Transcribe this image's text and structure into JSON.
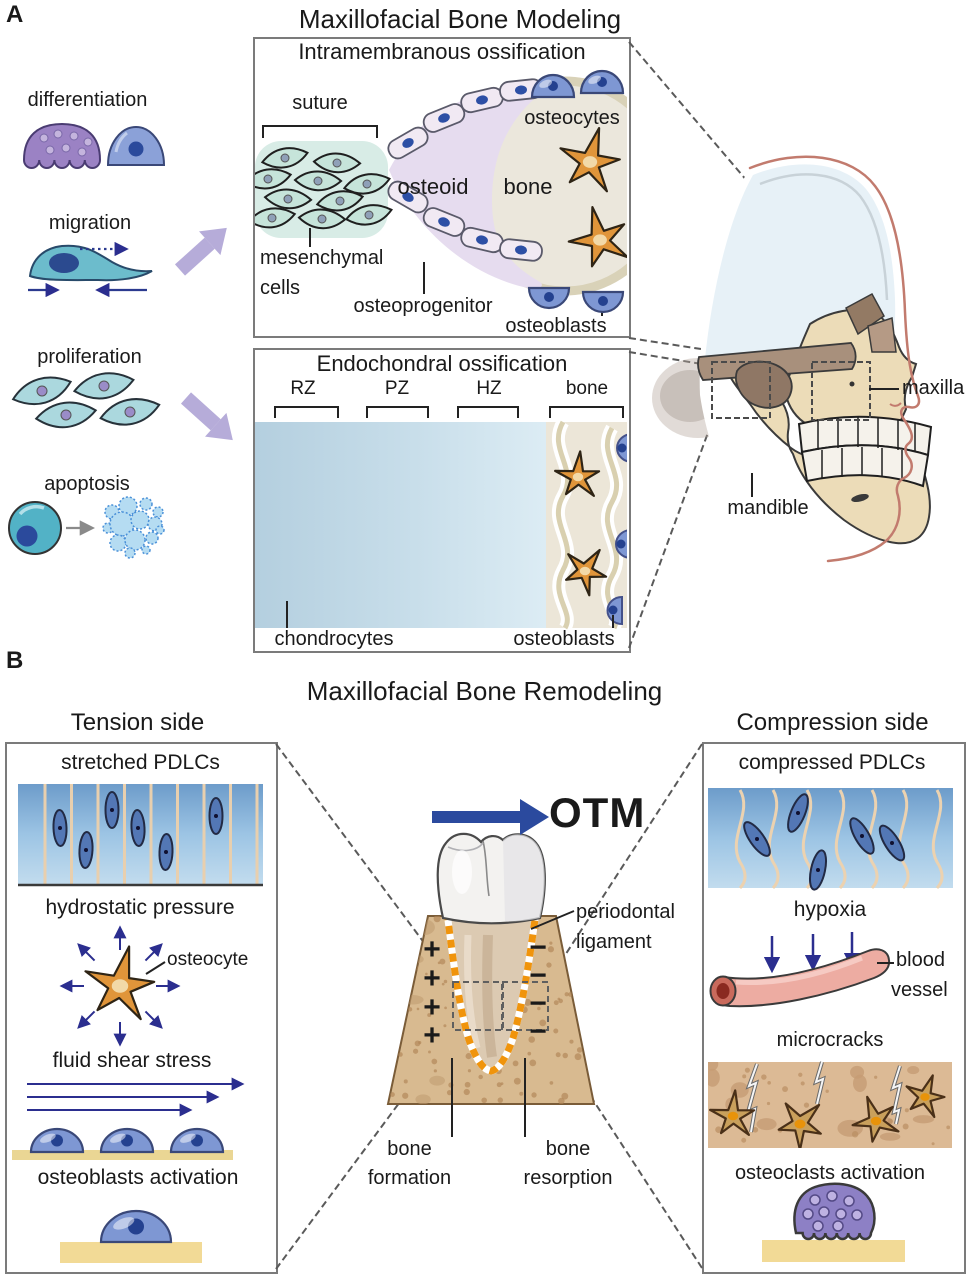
{
  "panel_a": {
    "label": "A",
    "title": "Maxillofacial Bone Modeling",
    "processes": {
      "differentiation": "differentiation",
      "migration": "migration",
      "proliferation": "proliferation",
      "apoptosis": "apoptosis"
    },
    "intramembranous": {
      "title": "Intramembranous ossification",
      "suture": "suture",
      "mesenchymal_line1": "mesenchymal",
      "mesenchymal_line2": "cells",
      "osteoid": "osteoid",
      "bone": "bone",
      "osteocytes": "osteocytes",
      "osteoprogenitor": "osteoprogenitor",
      "osteoblasts": "osteoblasts"
    },
    "endochondral": {
      "title": "Endochondral ossification",
      "zone_rz": "RZ",
      "zone_pz": "PZ",
      "zone_hz": "HZ",
      "zone_bone": "bone",
      "chondrocytes": "chondrocytes",
      "osteoblasts": "osteoblasts"
    },
    "skull": {
      "maxilla": "maxilla",
      "mandible": "mandible"
    }
  },
  "panel_b": {
    "label": "B",
    "title": "Maxillofacial Bone Remodeling",
    "tension": {
      "heading": "Tension side",
      "stretched_pdlcs": "stretched PDLCs",
      "hydrostatic_pressure": "hydrostatic pressure",
      "osteocyte": "osteocyte",
      "fluid_shear_stress": "fluid shear stress",
      "osteoblasts_activation": "osteoblasts activation"
    },
    "center": {
      "otm": "OTM",
      "periodontal_line1": "periodontal",
      "periodontal_line2": "ligament",
      "formation_line1": "bone",
      "formation_line2": "formation",
      "resorption_line1": "bone",
      "resorption_line2": "resorption",
      "plus_sign": "+",
      "minus_sign": "−"
    },
    "compression": {
      "heading": "Compression side",
      "compressed_pdlcs": "compressed PDLCs",
      "hypoxia": "hypoxia",
      "blood_vessel_line1": "blood",
      "blood_vessel_line2": "vessel",
      "microcracks": "microcracks",
      "osteoclasts_activation": "osteoclasts activation"
    }
  },
  "colors": {
    "otm_arrow": "#2b4a9e",
    "process_arrow": "#b6acd9",
    "pdl": "#f0940c",
    "osteocyte": "#e0953a",
    "osteoblast": "#7e97d3",
    "osteoclast": "#8d80c5",
    "alveolar_bone": "#d8ba90",
    "face_outline": "#c27b6e",
    "chondrocyte_blue": "#6fa9cf",
    "hypertrophic_pale": "#ddeef5"
  }
}
